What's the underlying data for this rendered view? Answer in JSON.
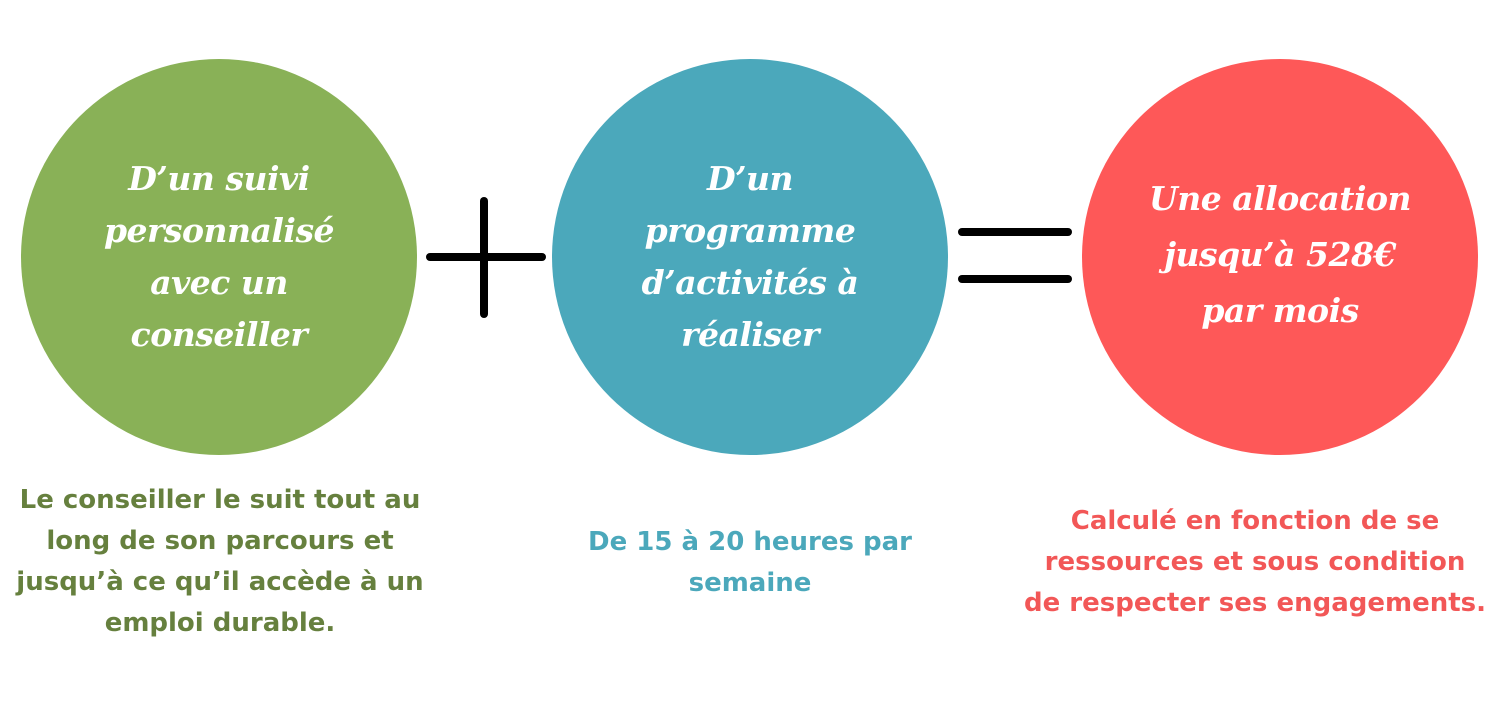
{
  "colors": {
    "green": "#89b157",
    "green_text": "#66803e",
    "teal": "#4ba8bb",
    "teal_text": "#4ba8bb",
    "red": "#fe5858",
    "red_text": "#f25757",
    "operator": "#000000"
  },
  "items": [
    {
      "circle_lines": [
        "D’un suivi",
        "personnalisé",
        "avec un",
        "conseiller"
      ],
      "description_lines": [
        "Le conseiller le suit tout au",
        "long de son parcours et",
        "jusqu’à ce qu’il accède à un",
        "emploi durable."
      ]
    },
    {
      "circle_lines": [
        "D’un",
        "programme",
        "d’activités à",
        "réaliser"
      ],
      "description_lines": [
        "De 15 à 20 heures par",
        "semaine"
      ]
    },
    {
      "circle_lines": [
        "Une allocation",
        "jusqu’à 528€",
        "par mois"
      ],
      "description_lines": [
        "Calculé en fonction de se",
        "ressources et sous condition",
        "de respecter ses engagements."
      ]
    }
  ],
  "operators": [
    "plus-icon",
    "equals-icon"
  ]
}
